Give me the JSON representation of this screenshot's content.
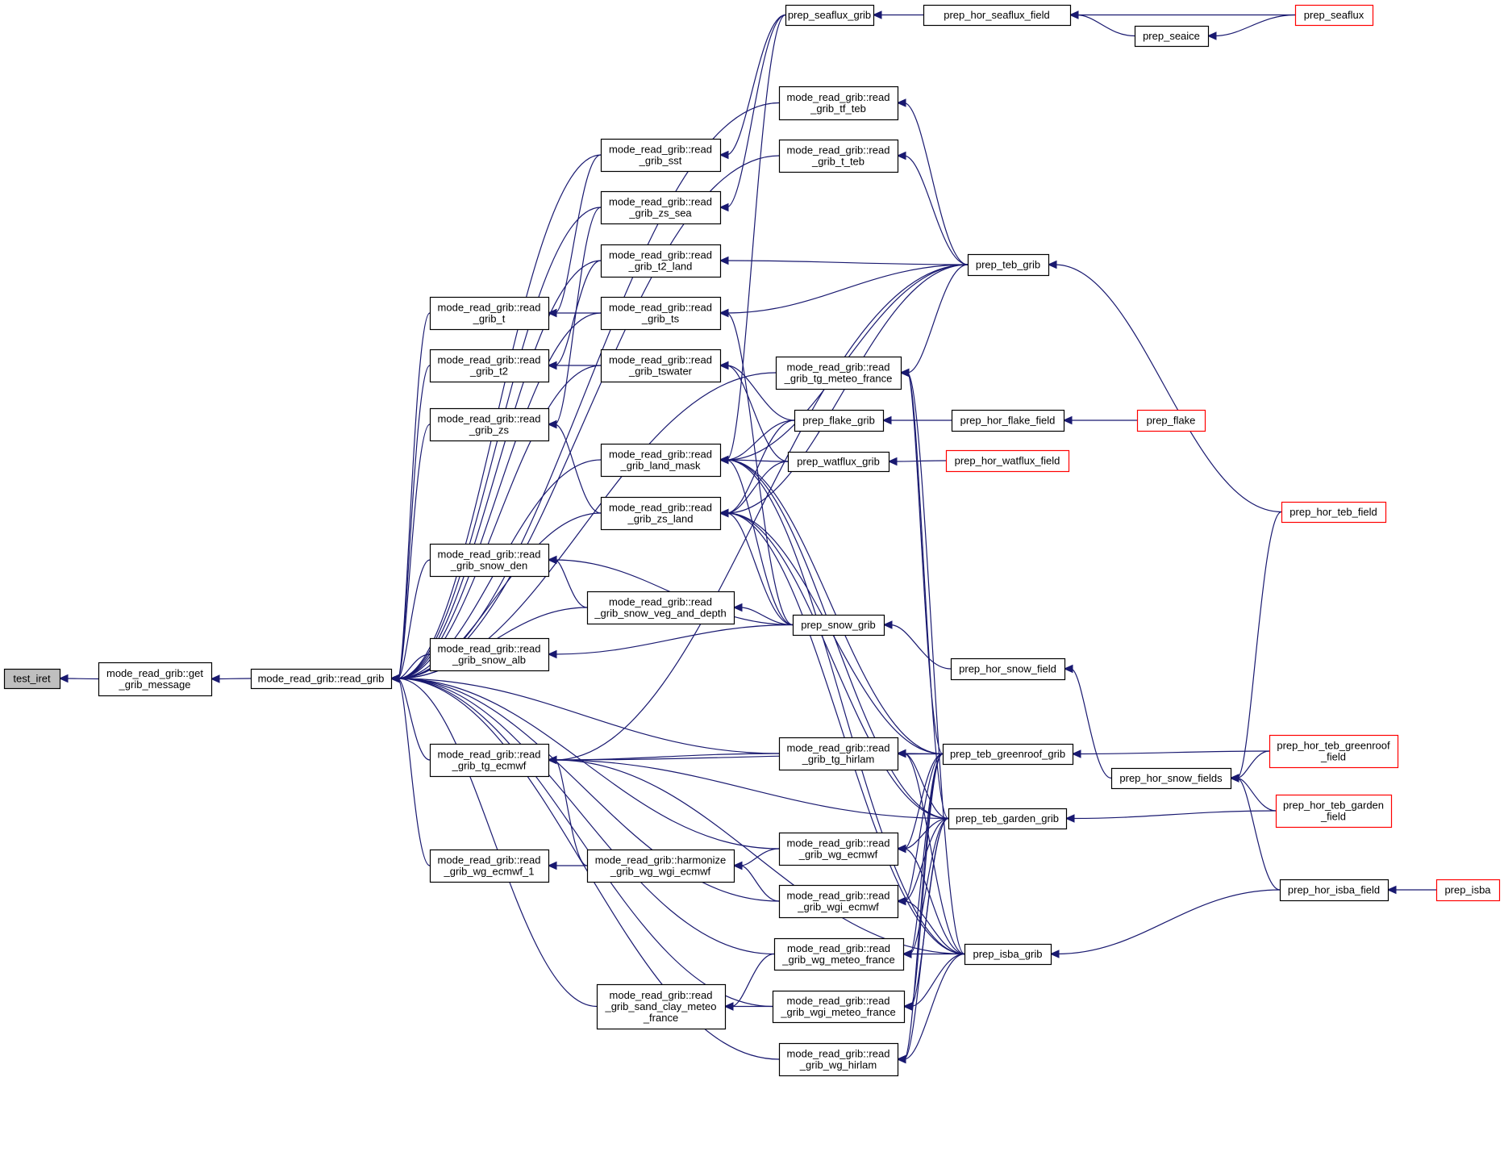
{
  "graph": {
    "type": "call-graph",
    "edge_color": "#191970",
    "root_fill": "#bfbfbf",
    "missing_border_color": "#ff0000",
    "nodes": [
      {
        "id": "test_iret",
        "lines": [
          "test_iret"
        ],
        "style": "root"
      },
      {
        "id": "get_grib_message",
        "lines": [
          "mode_read_grib::get",
          "_grib_message"
        ]
      },
      {
        "id": "read_grib",
        "lines": [
          "mode_read_grib::read_grib"
        ]
      },
      {
        "id": "read_grib_sst",
        "lines": [
          "mode_read_grib::read",
          "_grib_sst"
        ]
      },
      {
        "id": "read_grib_zs_sea",
        "lines": [
          "mode_read_grib::read",
          "_grib_zs_sea"
        ]
      },
      {
        "id": "read_grib_t2_land",
        "lines": [
          "mode_read_grib::read",
          "_grib_t2_land"
        ]
      },
      {
        "id": "read_grib_ts",
        "lines": [
          "mode_read_grib::read",
          "_grib_ts"
        ]
      },
      {
        "id": "read_grib_t",
        "lines": [
          "mode_read_grib::read",
          "_grib_t"
        ]
      },
      {
        "id": "read_grib_t2",
        "lines": [
          "mode_read_grib::read",
          "_grib_t2"
        ]
      },
      {
        "id": "read_grib_zs",
        "lines": [
          "mode_read_grib::read",
          "_grib_zs"
        ]
      },
      {
        "id": "read_grib_tswater",
        "lines": [
          "mode_read_grib::read",
          "_grib_tswater"
        ]
      },
      {
        "id": "read_grib_land_mask",
        "lines": [
          "mode_read_grib::read",
          "_grib_land_mask"
        ]
      },
      {
        "id": "read_grib_zs_land",
        "lines": [
          "mode_read_grib::read",
          "_grib_zs_land"
        ]
      },
      {
        "id": "read_grib_snow_den",
        "lines": [
          "mode_read_grib::read",
          "_grib_snow_den"
        ]
      },
      {
        "id": "read_grib_snow_veg_and_depth",
        "lines": [
          "mode_read_grib::read",
          "_grib_snow_veg_and_depth"
        ]
      },
      {
        "id": "read_grib_snow_alb",
        "lines": [
          "mode_read_grib::read",
          "_grib_snow_alb"
        ]
      },
      {
        "id": "read_grib_tg_ecmwf",
        "lines": [
          "mode_read_grib::read",
          "_grib_tg_ecmwf"
        ]
      },
      {
        "id": "read_grib_wg_ecmwf_1",
        "lines": [
          "mode_read_grib::read",
          "_grib_wg_ecmwf_1"
        ]
      },
      {
        "id": "harmonize_grib_wg_wgi_ecmwf",
        "lines": [
          "mode_read_grib::harmonize",
          "_grib_wg_wgi_ecmwf"
        ]
      },
      {
        "id": "read_grib_sand_clay_meteo_france",
        "lines": [
          "mode_read_grib::read",
          "_grib_sand_clay_meteo",
          "_france"
        ]
      },
      {
        "id": "read_grib_tf_teb",
        "lines": [
          "mode_read_grib::read",
          "_grib_tf_teb"
        ]
      },
      {
        "id": "read_grib_t_teb",
        "lines": [
          "mode_read_grib::read",
          "_grib_t_teb"
        ]
      },
      {
        "id": "read_grib_tg_meteo_france",
        "lines": [
          "mode_read_grib::read",
          "_grib_tg_meteo_france"
        ]
      },
      {
        "id": "read_grib_tg_hirlam",
        "lines": [
          "mode_read_grib::read",
          "_grib_tg_hirlam"
        ]
      },
      {
        "id": "read_grib_wg_ecmwf",
        "lines": [
          "mode_read_grib::read",
          "_grib_wg_ecmwf"
        ]
      },
      {
        "id": "read_grib_wgi_ecmwf",
        "lines": [
          "mode_read_grib::read",
          "_grib_wgi_ecmwf"
        ]
      },
      {
        "id": "read_grib_wg_meteo_france",
        "lines": [
          "mode_read_grib::read",
          "_grib_wg_meteo_france"
        ]
      },
      {
        "id": "read_grib_wgi_meteo_france",
        "lines": [
          "mode_read_grib::read",
          "_grib_wgi_meteo_france"
        ]
      },
      {
        "id": "read_grib_wg_hirlam",
        "lines": [
          "mode_read_grib::read",
          "_grib_wg_hirlam"
        ]
      },
      {
        "id": "prep_seaflux_grib",
        "lines": [
          "prep_seaflux_grib"
        ]
      },
      {
        "id": "prep_flake_grib",
        "lines": [
          "prep_flake_grib"
        ]
      },
      {
        "id": "prep_watflux_grib",
        "lines": [
          "prep_watflux_grib"
        ]
      },
      {
        "id": "prep_snow_grib",
        "lines": [
          "prep_snow_grib"
        ]
      },
      {
        "id": "prep_teb_grib",
        "lines": [
          "prep_teb_grib"
        ]
      },
      {
        "id": "prep_teb_greenroof_grib",
        "lines": [
          "prep_teb_greenroof_grib"
        ]
      },
      {
        "id": "prep_teb_garden_grib",
        "lines": [
          "prep_teb_garden_grib"
        ]
      },
      {
        "id": "prep_isba_grib",
        "lines": [
          "prep_isba_grib"
        ]
      },
      {
        "id": "prep_hor_seaflux_field",
        "lines": [
          "prep_hor_seaflux_field"
        ]
      },
      {
        "id": "prep_seaice",
        "lines": [
          "prep_seaice"
        ]
      },
      {
        "id": "prep_seaflux",
        "lines": [
          "prep_seaflux"
        ],
        "style": "red"
      },
      {
        "id": "prep_hor_flake_field",
        "lines": [
          "prep_hor_flake_field"
        ]
      },
      {
        "id": "prep_flake",
        "lines": [
          "prep_flake"
        ],
        "style": "red"
      },
      {
        "id": "prep_hor_watflux_field",
        "lines": [
          "prep_hor_watflux_field"
        ],
        "style": "red"
      },
      {
        "id": "prep_hor_snow_field",
        "lines": [
          "prep_hor_snow_field"
        ]
      },
      {
        "id": "prep_hor_teb_field",
        "lines": [
          "prep_hor_teb_field"
        ],
        "style": "red"
      },
      {
        "id": "prep_hor_snow_fields",
        "lines": [
          "prep_hor_snow_fields"
        ]
      },
      {
        "id": "prep_hor_teb_greenroof_field",
        "lines": [
          "prep_hor_teb_greenroof",
          "_field"
        ],
        "style": "red"
      },
      {
        "id": "prep_hor_teb_garden_field",
        "lines": [
          "prep_hor_teb_garden",
          "_field"
        ],
        "style": "red"
      },
      {
        "id": "prep_hor_isba_field",
        "lines": [
          "prep_hor_isba_field"
        ]
      },
      {
        "id": "prep_isba",
        "lines": [
          "prep_isba"
        ],
        "style": "red"
      }
    ],
    "edges": [
      [
        "get_grib_message",
        "test_iret"
      ],
      [
        "read_grib",
        "get_grib_message"
      ],
      [
        "read_grib_sst",
        "read_grib"
      ],
      [
        "read_grib_zs_sea",
        "read_grib"
      ],
      [
        "read_grib_t2_land",
        "read_grib"
      ],
      [
        "read_grib_ts",
        "read_grib"
      ],
      [
        "read_grib_t",
        "read_grib"
      ],
      [
        "read_grib_t2",
        "read_grib"
      ],
      [
        "read_grib_zs",
        "read_grib"
      ],
      [
        "read_grib_tswater",
        "read_grib"
      ],
      [
        "read_grib_land_mask",
        "read_grib"
      ],
      [
        "read_grib_zs_land",
        "read_grib"
      ],
      [
        "read_grib_snow_den",
        "read_grib"
      ],
      [
        "read_grib_snow_veg_and_depth",
        "read_grib"
      ],
      [
        "read_grib_snow_alb",
        "read_grib"
      ],
      [
        "read_grib_tg_ecmwf",
        "read_grib"
      ],
      [
        "read_grib_wg_ecmwf_1",
        "read_grib"
      ],
      [
        "read_grib_sand_clay_meteo_france",
        "read_grib"
      ],
      [
        "read_grib_tg_hirlam",
        "read_grib"
      ],
      [
        "read_grib_wg_ecmwf",
        "read_grib"
      ],
      [
        "read_grib_wgi_ecmwf",
        "read_grib"
      ],
      [
        "read_grib_wg_meteo_france",
        "read_grib"
      ],
      [
        "read_grib_wgi_meteo_france",
        "read_grib"
      ],
      [
        "read_grib_wg_hirlam",
        "read_grib"
      ],
      [
        "read_grib_tf_teb",
        "read_grib"
      ],
      [
        "read_grib_t_teb",
        "read_grib"
      ],
      [
        "read_grib_tg_meteo_france",
        "read_grib"
      ],
      [
        "read_grib_sst",
        "read_grib_t"
      ],
      [
        "read_grib_t2_land",
        "read_grib_t2"
      ],
      [
        "read_grib_zs_sea",
        "read_grib_zs"
      ],
      [
        "read_grib_zs_land",
        "read_grib_zs"
      ],
      [
        "read_grib_ts",
        "read_grib_t"
      ],
      [
        "read_grib_tswater",
        "read_grib_t2"
      ],
      [
        "read_grib_snow_veg_and_depth",
        "read_grib_snow_den"
      ],
      [
        "harmonize_grib_wg_wgi_ecmwf",
        "read_grib_wg_ecmwf_1"
      ],
      [
        "harmonize_grib_wg_wgi_ecmwf",
        "read_grib_tg_ecmwf"
      ],
      [
        "read_grib_tg_hirlam",
        "read_grib_tg_ecmwf"
      ],
      [
        "read_grib_wg_ecmwf",
        "harmonize_grib_wg_wgi_ecmwf"
      ],
      [
        "read_grib_wgi_ecmwf",
        "harmonize_grib_wg_wgi_ecmwf"
      ],
      [
        "read_grib_wg_meteo_france",
        "read_grib_sand_clay_meteo_france"
      ],
      [
        "read_grib_wgi_meteo_france",
        "read_grib_sand_clay_meteo_france"
      ],
      [
        "prep_seaflux_grib",
        "read_grib_sst"
      ],
      [
        "prep_seaflux_grib",
        "read_grib_zs_sea"
      ],
      [
        "prep_seaflux_grib",
        "read_grib_land_mask"
      ],
      [
        "prep_teb_grib",
        "read_grib_t2_land"
      ],
      [
        "prep_teb_grib",
        "read_grib_ts"
      ],
      [
        "prep_teb_grib",
        "read_grib_land_mask"
      ],
      [
        "prep_teb_grib",
        "read_grib_zs_land"
      ],
      [
        "prep_teb_grib",
        "read_grib_tf_teb"
      ],
      [
        "prep_teb_grib",
        "read_grib_t_teb"
      ],
      [
        "prep_teb_grib",
        "read_grib_tg_meteo_france"
      ],
      [
        "prep_teb_grib",
        "read_grib_tg_ecmwf"
      ],
      [
        "prep_flake_grib",
        "read_grib_tswater"
      ],
      [
        "prep_flake_grib",
        "read_grib_land_mask"
      ],
      [
        "prep_flake_grib",
        "read_grib_zs_land"
      ],
      [
        "prep_watflux_grib",
        "read_grib_tswater"
      ],
      [
        "prep_watflux_grib",
        "read_grib_land_mask"
      ],
      [
        "prep_watflux_grib",
        "read_grib_zs_land"
      ],
      [
        "prep_snow_grib",
        "read_grib_snow_den"
      ],
      [
        "prep_snow_grib",
        "read_grib_snow_veg_and_depth"
      ],
      [
        "prep_snow_grib",
        "read_grib_snow_alb"
      ],
      [
        "prep_snow_grib",
        "read_grib_ts"
      ],
      [
        "prep_snow_grib",
        "read_grib_land_mask"
      ],
      [
        "prep_snow_grib",
        "read_grib_zs_land"
      ],
      [
        "prep_teb_greenroof_grib",
        "read_grib_tg_hirlam"
      ],
      [
        "prep_teb_greenroof_grib",
        "read_grib_tg_ecmwf"
      ],
      [
        "prep_teb_greenroof_grib",
        "read_grib_tg_meteo_france"
      ],
      [
        "prep_teb_greenroof_grib",
        "read_grib_land_mask"
      ],
      [
        "prep_teb_greenroof_grib",
        "read_grib_zs_land"
      ],
      [
        "prep_teb_greenroof_grib",
        "read_grib_wg_ecmwf"
      ],
      [
        "prep_teb_greenroof_grib",
        "read_grib_wgi_ecmwf"
      ],
      [
        "prep_teb_greenroof_grib",
        "read_grib_wg_meteo_france"
      ],
      [
        "prep_teb_greenroof_grib",
        "read_grib_wgi_meteo_france"
      ],
      [
        "prep_teb_greenroof_grib",
        "read_grib_wg_hirlam"
      ],
      [
        "prep_teb_garden_grib",
        "read_grib_tg_hirlam"
      ],
      [
        "prep_teb_garden_grib",
        "read_grib_tg_ecmwf"
      ],
      [
        "prep_teb_garden_grib",
        "read_grib_tg_meteo_france"
      ],
      [
        "prep_teb_garden_grib",
        "read_grib_land_mask"
      ],
      [
        "prep_teb_garden_grib",
        "read_grib_zs_land"
      ],
      [
        "prep_teb_garden_grib",
        "read_grib_wg_ecmwf"
      ],
      [
        "prep_teb_garden_grib",
        "read_grib_wgi_ecmwf"
      ],
      [
        "prep_teb_garden_grib",
        "read_grib_wg_meteo_france"
      ],
      [
        "prep_teb_garden_grib",
        "read_grib_wgi_meteo_france"
      ],
      [
        "prep_teb_garden_grib",
        "read_grib_wg_hirlam"
      ],
      [
        "prep_isba_grib",
        "read_grib_tg_hirlam"
      ],
      [
        "prep_isba_grib",
        "read_grib_tg_ecmwf"
      ],
      [
        "prep_isba_grib",
        "read_grib_tg_meteo_france"
      ],
      [
        "prep_isba_grib",
        "read_grib_land_mask"
      ],
      [
        "prep_isba_grib",
        "read_grib_zs_land"
      ],
      [
        "prep_isba_grib",
        "read_grib_wg_ecmwf"
      ],
      [
        "prep_isba_grib",
        "read_grib_wgi_ecmwf"
      ],
      [
        "prep_isba_grib",
        "read_grib_wg_meteo_france"
      ],
      [
        "prep_isba_grib",
        "read_grib_wgi_meteo_france"
      ],
      [
        "prep_isba_grib",
        "read_grib_wg_hirlam"
      ],
      [
        "prep_hor_seaflux_field",
        "prep_seaflux_grib"
      ],
      [
        "prep_seaice",
        "prep_hor_seaflux_field"
      ],
      [
        "prep_seaflux",
        "prep_hor_seaflux_field"
      ],
      [
        "prep_seaflux",
        "prep_seaice"
      ],
      [
        "prep_hor_flake_field",
        "prep_flake_grib"
      ],
      [
        "prep_flake",
        "prep_hor_flake_field"
      ],
      [
        "prep_hor_watflux_field",
        "prep_watflux_grib"
      ],
      [
        "prep_hor_snow_field",
        "prep_snow_grib"
      ],
      [
        "prep_hor_snow_fields",
        "prep_hor_snow_field"
      ],
      [
        "prep_hor_teb_field",
        "prep_teb_grib"
      ],
      [
        "prep_hor_teb_field",
        "prep_hor_snow_fields"
      ],
      [
        "prep_hor_teb_greenroof_field",
        "prep_teb_greenroof_grib"
      ],
      [
        "prep_hor_teb_greenroof_field",
        "prep_hor_snow_fields"
      ],
      [
        "prep_hor_teb_garden_field",
        "prep_teb_garden_grib"
      ],
      [
        "prep_hor_teb_garden_field",
        "prep_hor_snow_fields"
      ],
      [
        "prep_hor_isba_field",
        "prep_isba_grib"
      ],
      [
        "prep_hor_isba_field",
        "prep_hor_snow_fields"
      ],
      [
        "prep_isba",
        "prep_hor_isba_field"
      ]
    ]
  }
}
